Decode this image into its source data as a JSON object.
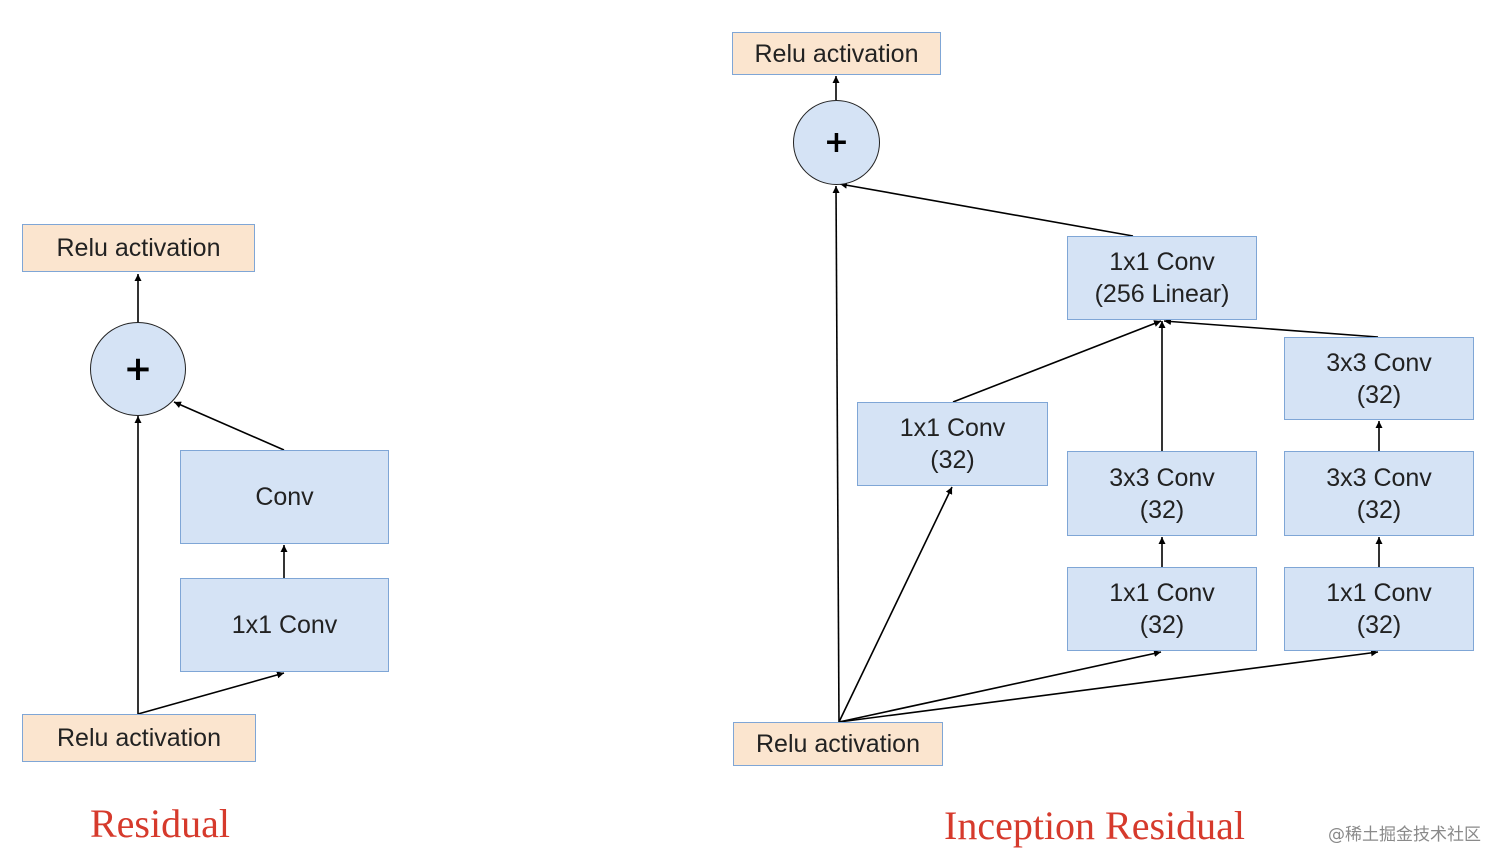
{
  "residual": {
    "caption": "Residual",
    "relu_top": "Relu activation",
    "relu_bottom": "Relu activation",
    "add_symbol": "+",
    "conv": "Conv",
    "conv_1x1": "1x1 Conv"
  },
  "inception_residual": {
    "caption": "Inception Residual",
    "relu_top": "Relu activation",
    "relu_bottom": "Relu activation",
    "add_symbol": "+",
    "linear_conv": {
      "line1": "1x1 Conv",
      "line2": "(256 Linear)"
    },
    "branch1_conv": {
      "line1": "1x1 Conv",
      "line2": "(32)"
    },
    "branch2_conv3x3": {
      "line1": "3x3 Conv",
      "line2": "(32)"
    },
    "branch2_conv1x1": {
      "line1": "1x1 Conv",
      "line2": "(32)"
    },
    "branch3_conv3x3_top": {
      "line1": "3x3 Conv",
      "line2": "(32)"
    },
    "branch3_conv3x3_mid": {
      "line1": "3x3 Conv",
      "line2": "(32)"
    },
    "branch3_conv1x1": {
      "line1": "1x1 Conv",
      "line2": "(32)"
    }
  },
  "watermark": "@稀土掘金技术社区",
  "colors": {
    "relu_fill": "#fbe5cf",
    "conv_fill": "#d5e3f5",
    "border": "#7fa6d6",
    "caption": "#d63a2c"
  }
}
